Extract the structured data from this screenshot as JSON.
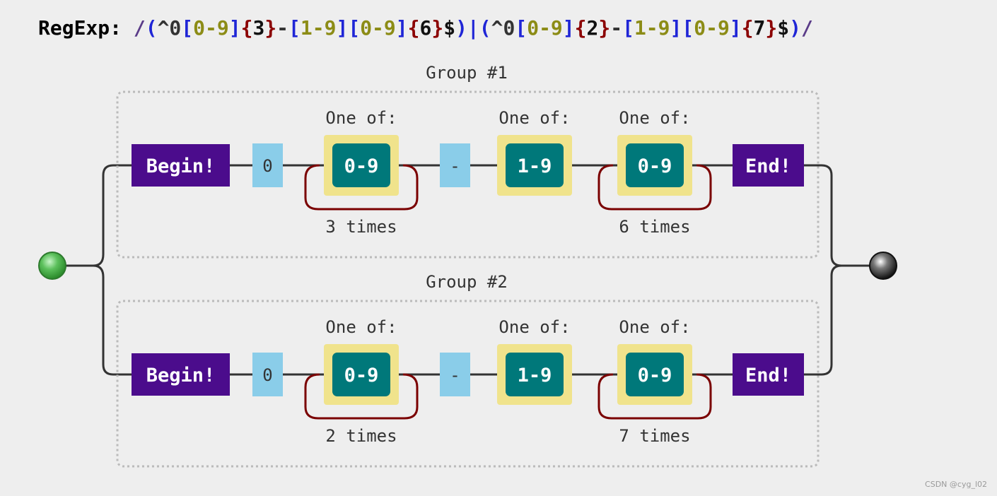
{
  "regex": {
    "label": "RegExp: ",
    "tokens": [
      {
        "text": "/",
        "color": "#5a3b88"
      },
      {
        "text": "(",
        "color": "#1f25d6"
      },
      {
        "text": "^0",
        "color": "#333333"
      },
      {
        "text": "[",
        "color": "#1f25d6"
      },
      {
        "text": "0-9",
        "color": "#8c8c16"
      },
      {
        "text": "]",
        "color": "#1f25d6"
      },
      {
        "text": "{",
        "color": "#8b0000"
      },
      {
        "text": "3",
        "color": "#111111"
      },
      {
        "text": "}",
        "color": "#8b0000"
      },
      {
        "text": "-",
        "color": "#333333"
      },
      {
        "text": "[",
        "color": "#1f25d6"
      },
      {
        "text": "1-9",
        "color": "#8c8c16"
      },
      {
        "text": "]",
        "color": "#1f25d6"
      },
      {
        "text": "[",
        "color": "#1f25d6"
      },
      {
        "text": "0-9",
        "color": "#8c8c16"
      },
      {
        "text": "]",
        "color": "#1f25d6"
      },
      {
        "text": "{",
        "color": "#8b0000"
      },
      {
        "text": "6",
        "color": "#111111"
      },
      {
        "text": "}",
        "color": "#8b0000"
      },
      {
        "text": "$",
        "color": "#111111"
      },
      {
        "text": ")",
        "color": "#1f25d6"
      },
      {
        "text": "|",
        "color": "#1f25d6"
      },
      {
        "text": "(",
        "color": "#1f25d6"
      },
      {
        "text": "^0",
        "color": "#333333"
      },
      {
        "text": "[",
        "color": "#1f25d6"
      },
      {
        "text": "0-9",
        "color": "#8c8c16"
      },
      {
        "text": "]",
        "color": "#1f25d6"
      },
      {
        "text": "{",
        "color": "#8b0000"
      },
      {
        "text": "2",
        "color": "#111111"
      },
      {
        "text": "}",
        "color": "#8b0000"
      },
      {
        "text": "-",
        "color": "#333333"
      },
      {
        "text": "[",
        "color": "#1f25d6"
      },
      {
        "text": "1-9",
        "color": "#8c8c16"
      },
      {
        "text": "]",
        "color": "#1f25d6"
      },
      {
        "text": "[",
        "color": "#1f25d6"
      },
      {
        "text": "0-9",
        "color": "#8c8c16"
      },
      {
        "text": "]",
        "color": "#1f25d6"
      },
      {
        "text": "{",
        "color": "#8b0000"
      },
      {
        "text": "7",
        "color": "#111111"
      },
      {
        "text": "}",
        "color": "#8b0000"
      },
      {
        "text": "$",
        "color": "#111111"
      },
      {
        "text": ")",
        "color": "#1f25d6"
      },
      {
        "text": "/",
        "color": "#5a3b88"
      }
    ]
  },
  "colors": {
    "anchor_box": "#4b0c8c",
    "literal_box": "#8acde9",
    "charset_outer": "#f0e38c",
    "charset_inner": "#00787a",
    "repeat_loop": "#7a0000",
    "group_border": "#bbbbbb",
    "line": "#333333",
    "start_node": "#3dac3d",
    "end_node": "#222222"
  },
  "groups": [
    {
      "label": "Group #1",
      "begin": "Begin!",
      "end": "End!",
      "literal_0": "0",
      "literal_dash": "-",
      "charset_label": "One of:",
      "charsets": [
        "0-9",
        "1-9",
        "0-9"
      ],
      "repeat_first": "3 times",
      "repeat_last": "6 times"
    },
    {
      "label": "Group #2",
      "begin": "Begin!",
      "end": "End!",
      "literal_0": "0",
      "literal_dash": "-",
      "charset_label": "One of:",
      "charsets": [
        "0-9",
        "1-9",
        "0-9"
      ],
      "repeat_first": "2 times",
      "repeat_last": "7 times"
    }
  ],
  "watermark": "CSDN @cyg_l02"
}
